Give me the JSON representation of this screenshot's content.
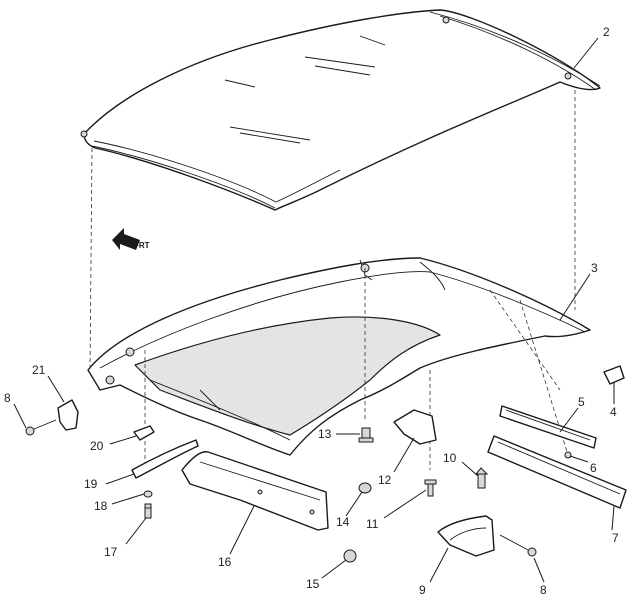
{
  "diagram": {
    "front_arrow_label": "FRT",
    "callouts": [
      {
        "id": "c1",
        "text": "2"
      },
      {
        "id": "c2",
        "text": "3"
      },
      {
        "id": "c3",
        "text": "4"
      },
      {
        "id": "c4",
        "text": "5"
      },
      {
        "id": "c5",
        "text": "6"
      },
      {
        "id": "c6",
        "text": "7"
      },
      {
        "id": "c7",
        "text": "8"
      },
      {
        "id": "c8",
        "text": "8"
      },
      {
        "id": "c9",
        "text": "9"
      },
      {
        "id": "c10",
        "text": "10"
      },
      {
        "id": "c11",
        "text": "11"
      },
      {
        "id": "c12",
        "text": "12"
      },
      {
        "id": "c13",
        "text": "13"
      },
      {
        "id": "c14",
        "text": "14"
      },
      {
        "id": "c15",
        "text": "15"
      },
      {
        "id": "c16",
        "text": "16"
      },
      {
        "id": "c17",
        "text": "17"
      },
      {
        "id": "c18",
        "text": "18"
      },
      {
        "id": "c19",
        "text": "19"
      },
      {
        "id": "c20",
        "text": "20"
      },
      {
        "id": "c21",
        "text": "21"
      }
    ]
  }
}
